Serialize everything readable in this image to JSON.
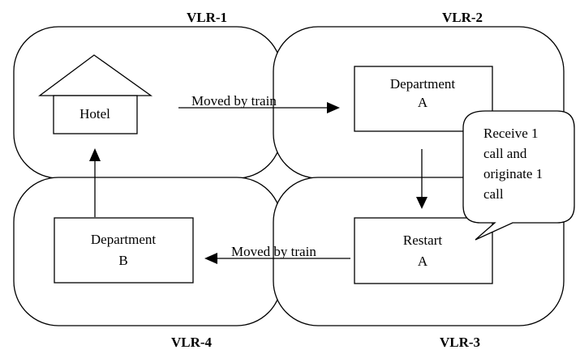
{
  "regions": {
    "vlr1": "VLR-1",
    "vlr2": "VLR-2",
    "vlr3": "VLR-3",
    "vlr4": "VLR-4"
  },
  "nodes": {
    "hotel": "Hotel",
    "department_a": [
      "Department",
      "A"
    ],
    "restart_a": [
      "Restart",
      "A"
    ],
    "department_b": [
      "Department",
      "B"
    ]
  },
  "edges": {
    "hotel_to_department_a": "Moved by train",
    "restart_a_to_department_b": "Moved by train"
  },
  "callout": [
    "Receive 1",
    "call and",
    "originate 1",
    "call"
  ]
}
